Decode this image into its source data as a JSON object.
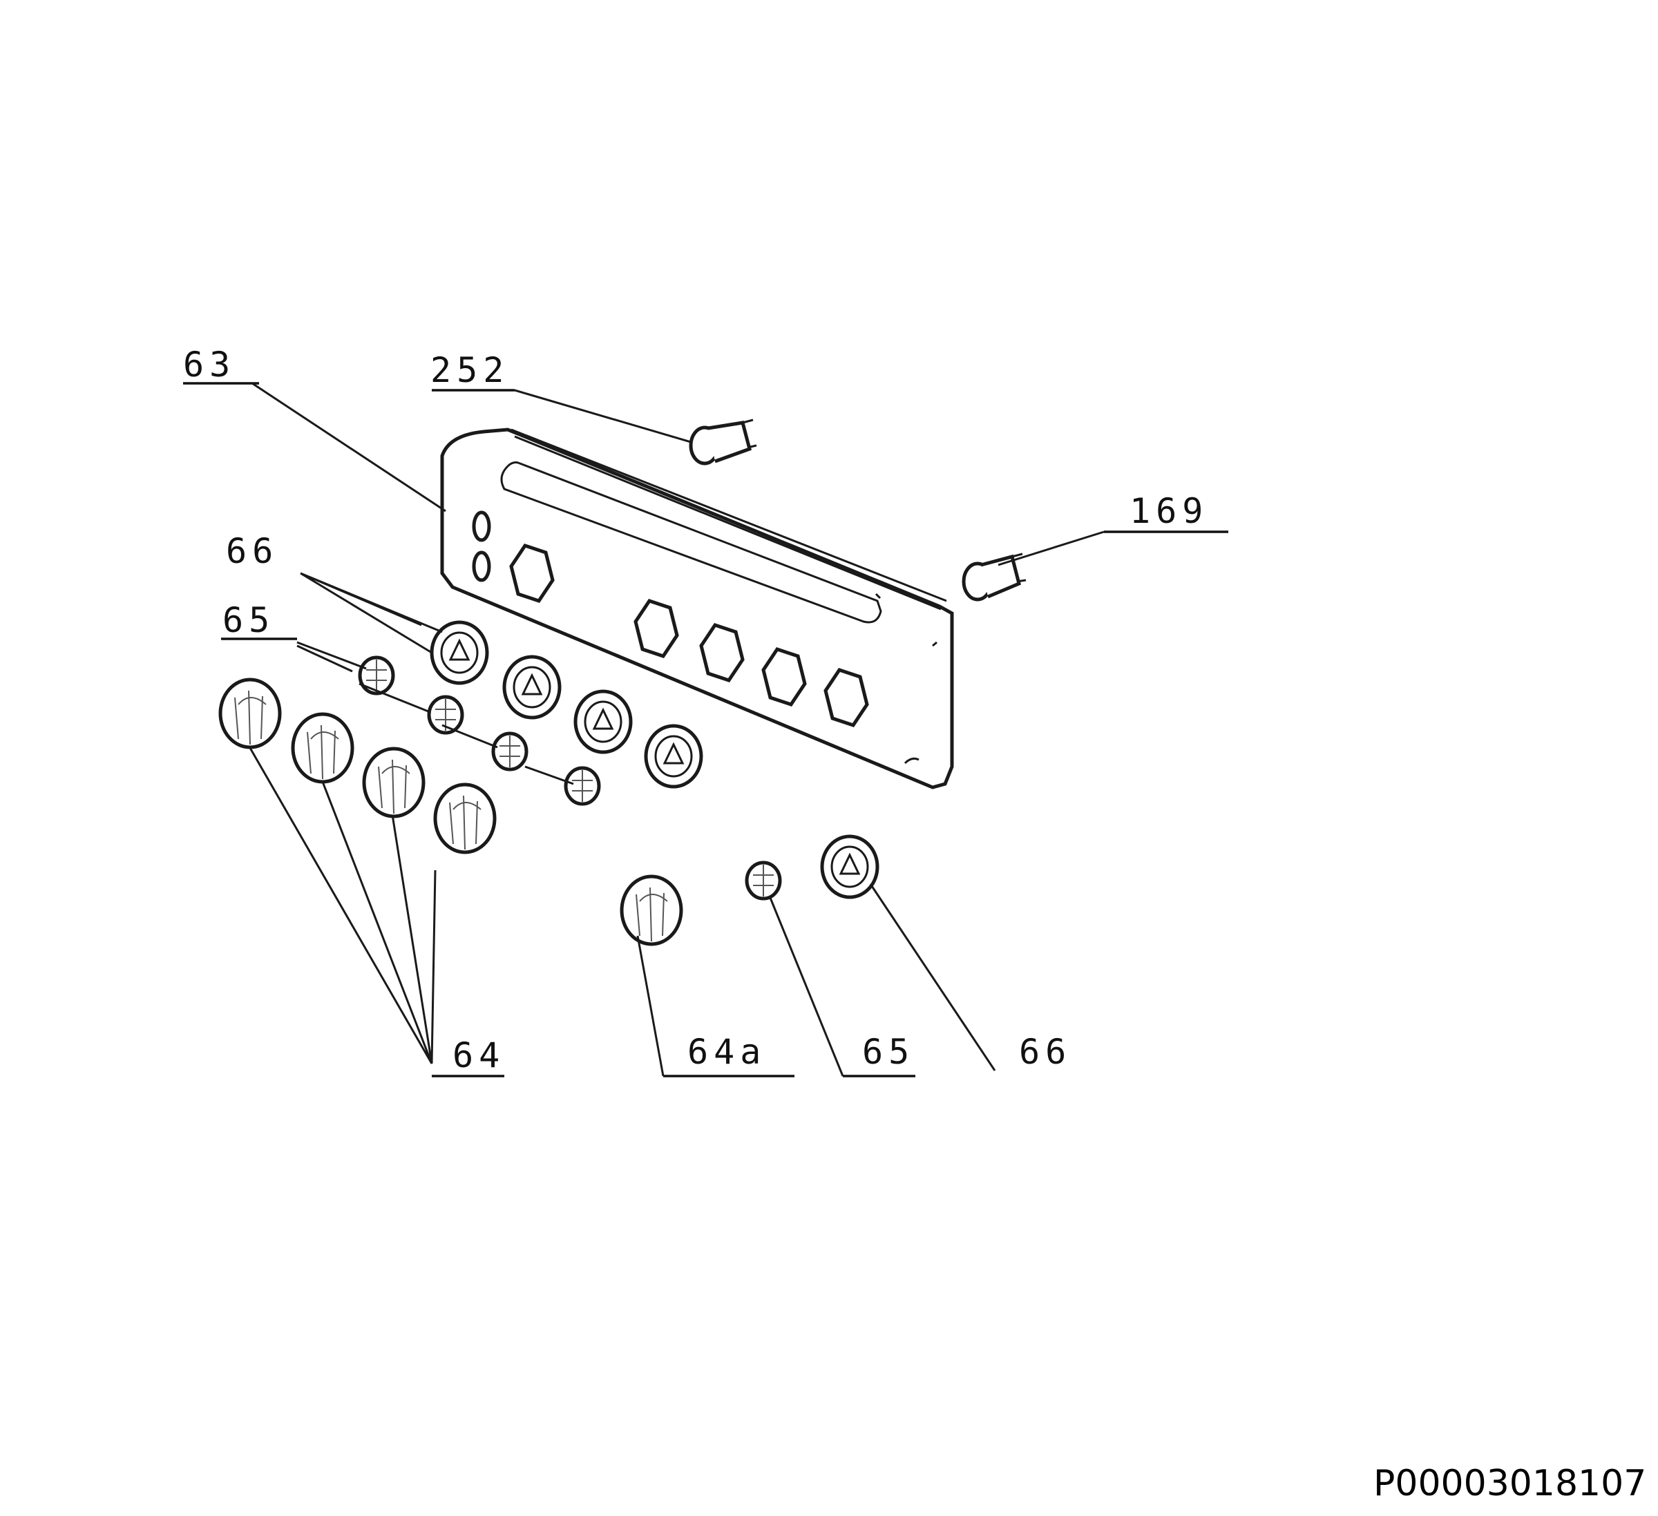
{
  "callouts": {
    "c63": "63",
    "c252": "252",
    "c169": "169",
    "c66_top": "66",
    "c65_top": "65",
    "c64": "64",
    "c64a": "64a",
    "c65_bottom": "65",
    "c66_bottom": "66"
  },
  "document_id": "P00003018107"
}
